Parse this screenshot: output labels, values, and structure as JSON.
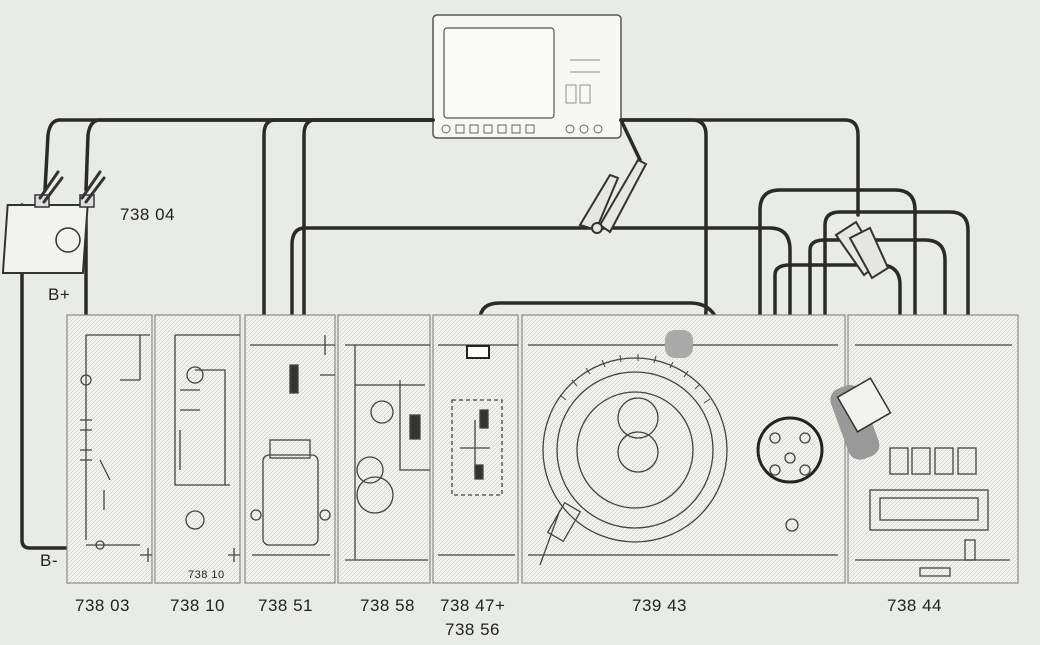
{
  "battery": {
    "code": "738 04",
    "positive": "B+",
    "negative": "B-"
  },
  "panels": [
    {
      "code": "738 03"
    },
    {
      "code": "738 10",
      "plate": "738 10"
    },
    {
      "code": "738 51"
    },
    {
      "code": "738 58"
    },
    {
      "code": "738 47+",
      "code2": "738 56"
    },
    {
      "code": "739 43"
    },
    {
      "code": "738 44"
    }
  ]
}
